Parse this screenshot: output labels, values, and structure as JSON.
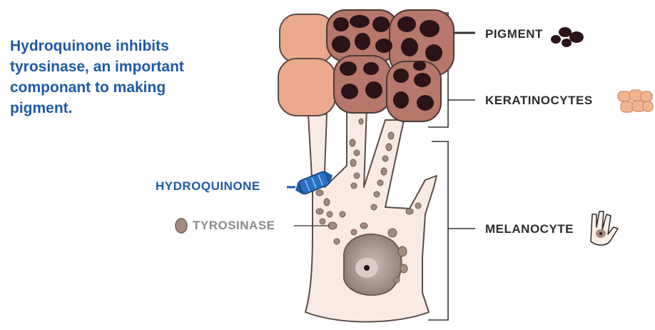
{
  "caption": "Hydroquinone inhibits tyrosinase, an important componant to making pigment.",
  "labels": {
    "pigment": "PIGMENT",
    "keratinocytes": "KERATINOCYTES",
    "melanocyte": "MELANOCYTE",
    "hydroquinone": "HYDROQUINONE",
    "tyrosinase": "TYROSINASE"
  },
  "colors": {
    "caption": "#1d5aa6",
    "hydroquinone": "#1d5aa6",
    "label_dark": "#2b2b2b",
    "tyrosinase_label": "#8a8a8a",
    "cell_light": "#f9ebe4",
    "keratinocyte": "#eba98d",
    "pigment": "#2a1418",
    "tyrosinase_granule": "#a38b7f",
    "nucleus": "#9e8c85"
  }
}
